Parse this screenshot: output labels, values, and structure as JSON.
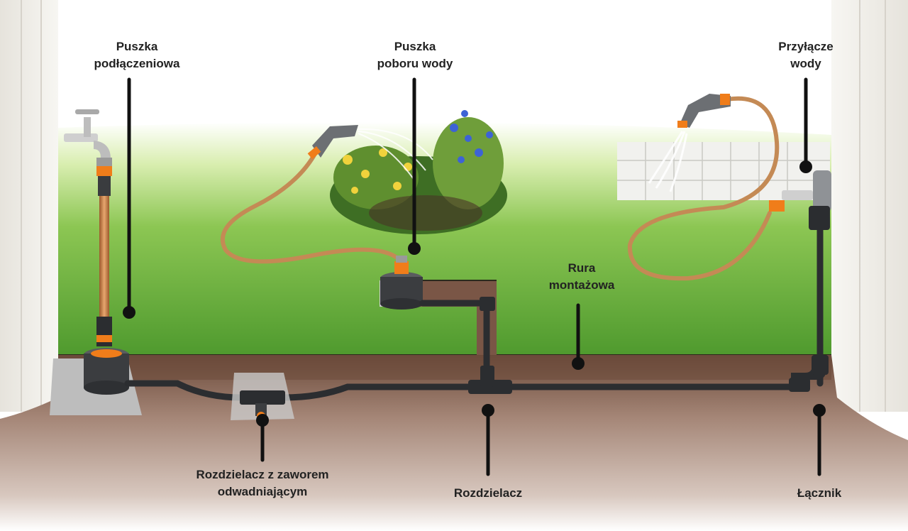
{
  "labels": {
    "puszka_podlaczeniowa": [
      "Puszka",
      "podłączeniowa"
    ],
    "puszka_poboru_wody": [
      "Puszka",
      "poboru wody"
    ],
    "przylacze_wody": [
      "Przyłącze",
      "wody"
    ],
    "rura_montazowa": [
      "Rura",
      "montażowa"
    ],
    "rozdzielacz_z_zaworem": [
      "Rozdzielacz z zaworem",
      "odwadniającym"
    ],
    "rozdzielacz": [
      "Rozdzielacz"
    ],
    "lacznik": [
      "Łącznik"
    ]
  },
  "colors": {
    "grass": "#5ea83a",
    "grass_light": "#a6d36a",
    "soil": "#a8897a",
    "soil_dark": "#6b4a3a",
    "pipe": "#2b2d30",
    "hose": "#c48a55",
    "accent_orange": "#f07d1a",
    "wall": "#eceae4",
    "leader": "#111111"
  },
  "icons": [
    "tap-icon",
    "spray-gun-icon",
    "flower-bed-icon",
    "paving-stones-icon"
  ]
}
